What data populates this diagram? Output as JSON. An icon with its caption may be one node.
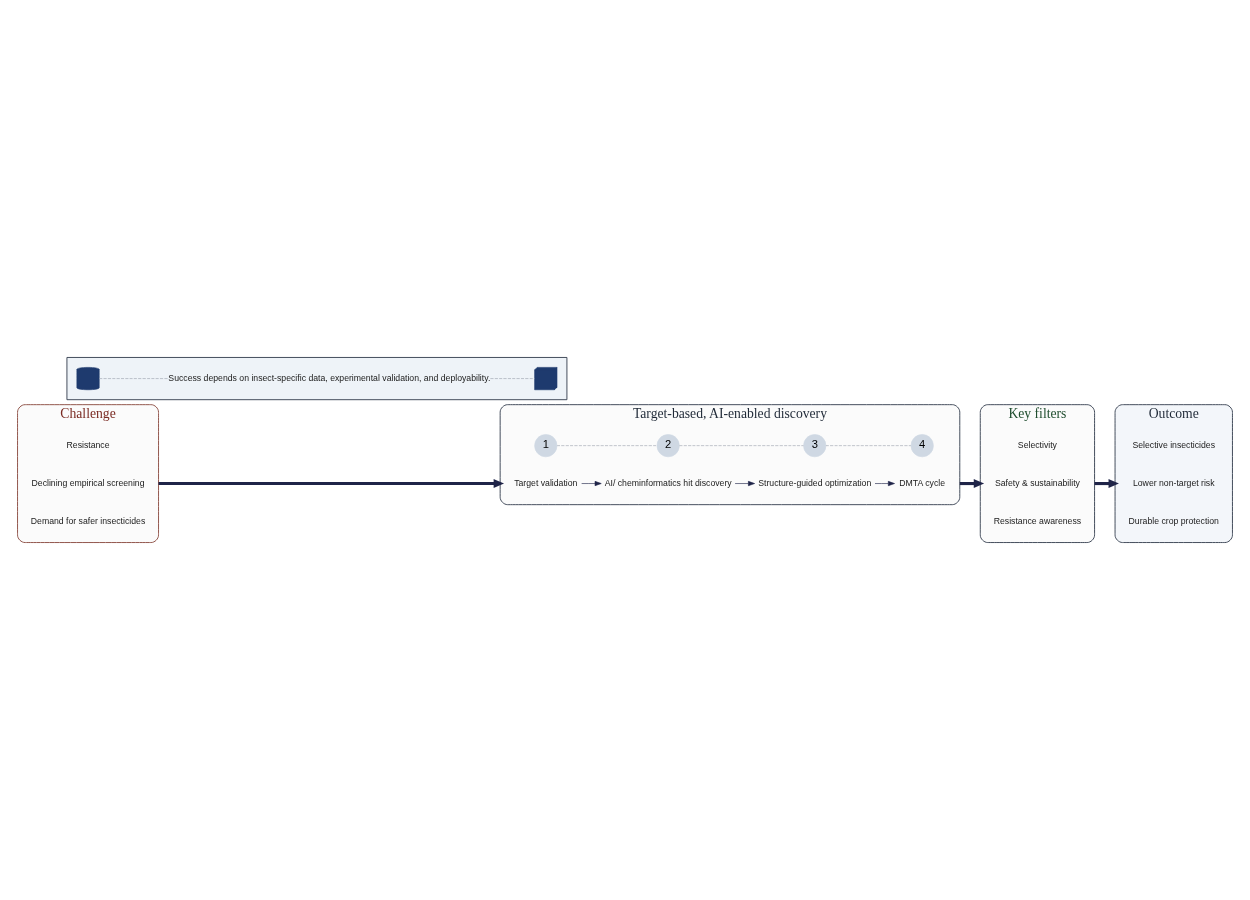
{
  "diagram": {
    "nodes": [
      {
        "text": [
          "Challenge"
        ]
      },
      {
        "text": [
          "Resistance"
        ],
        "in": 0
      },
      {
        "text": [
          "Declining empirical screening"
        ],
        "in": 0
      },
      {
        "text": [
          "Demand for safer insecticides"
        ],
        "in": 0
      },
      {
        "text": [
          "Target-based, AI-enabled discovery"
        ]
      },
      {
        "text": [
          "1"
        ],
        "in": 4
      },
      {
        "text": [
          "2"
        ],
        "in": 4
      },
      {
        "text": [
          "3"
        ],
        "in": 4
      },
      {
        "text": [
          "4"
        ],
        "in": 4
      },
      {
        "text": [
          "Target validation"
        ],
        "in": 4
      },
      {
        "text": [
          "AI/ cheminformatics hit discovery"
        ],
        "in": 4
      },
      {
        "text": [
          "Structure-guided optimization"
        ],
        "in": 4
      },
      {
        "text": [
          "DMTA cycle"
        ],
        "in": 4
      },
      {
        "text": [
          "Key filters"
        ]
      },
      {
        "text": [
          "Selectivity"
        ],
        "in": 13
      },
      {
        "text": [
          "Safety & sustainability"
        ],
        "in": 13
      },
      {
        "text": [
          "Resistance awareness"
        ],
        "in": 13
      },
      {
        "text": [
          "Outcome"
        ]
      },
      {
        "text": [
          "Selective insecticides"
        ],
        "in": 17
      },
      {
        "text": [
          "Lower non-target risk"
        ],
        "in": 17
      },
      {
        "text": [
          "Durable crop protection"
        ],
        "in": 17
      },
      {
        "text": [],
        "shape": "box"
      },
      {
        "text": [],
        "shape": "cylinder",
        "in": 21
      },
      {
        "text": [
          "Success depends on insect-specific data, experimental validation, and deployability."
        ],
        "in": 21
      },
      {
        "text": [],
        "shape": "tractor",
        "in": 21
      }
    ],
    "edges": [
      {
        "from": 0,
        "to": 4,
        "arrow": "to",
        "style": "thick",
        "color": "#1f2448"
      },
      {
        "from": 4,
        "to": 13,
        "arrow": "to",
        "style": "thick",
        "color": "#1f2448"
      },
      {
        "from": 13,
        "to": 17,
        "arrow": "to",
        "style": "thick",
        "color": "#1f2448"
      },
      {
        "from": 5,
        "to": 6,
        "arrow": "none",
        "style": "dashed",
        "color": "#9ca3af"
      },
      {
        "from": 6,
        "to": 7,
        "arrow": "none",
        "style": "dashed",
        "color": "#9ca3af"
      },
      {
        "from": 7,
        "to": 8,
        "arrow": "none",
        "style": "dashed",
        "color": "#9ca3af"
      },
      {
        "from": 9,
        "to": 10,
        "arrow": "to",
        "color": "#1f2448"
      },
      {
        "from": 10,
        "to": 11,
        "arrow": "to",
        "color": "#1f2448"
      },
      {
        "from": 11,
        "to": 12,
        "arrow": "to",
        "color": "#1f2448"
      },
      {
        "from": 22,
        "to": 23,
        "arrow": "none",
        "style": "dashed",
        "color": "#9ca3af"
      },
      {
        "from": 23,
        "to": 24,
        "arrow": "none",
        "style": "dashed",
        "color": "#9ca3af"
      }
    ]
  }
}
